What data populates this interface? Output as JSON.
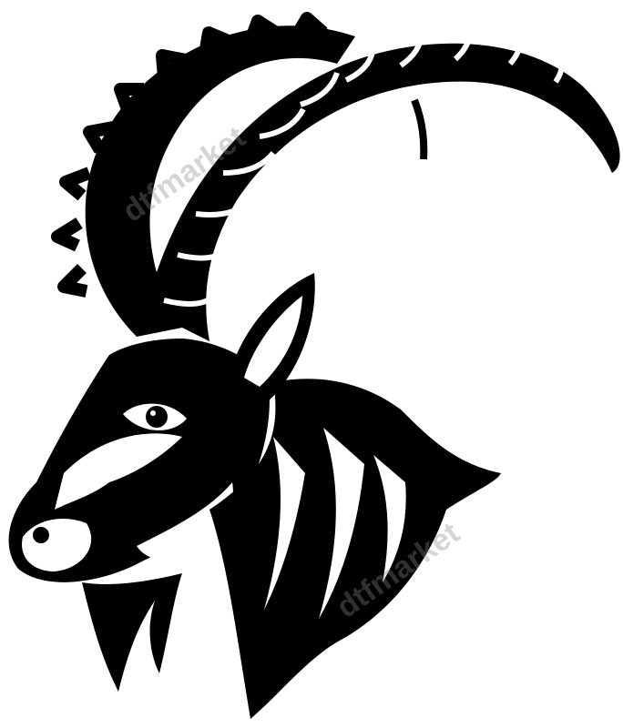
{
  "illustration": {
    "subject": "ibex-head",
    "colors": {
      "ink": "#000000",
      "background": "#ffffff"
    },
    "watermark_text": [
      "dtfmarket",
      "dtfmarket"
    ]
  }
}
